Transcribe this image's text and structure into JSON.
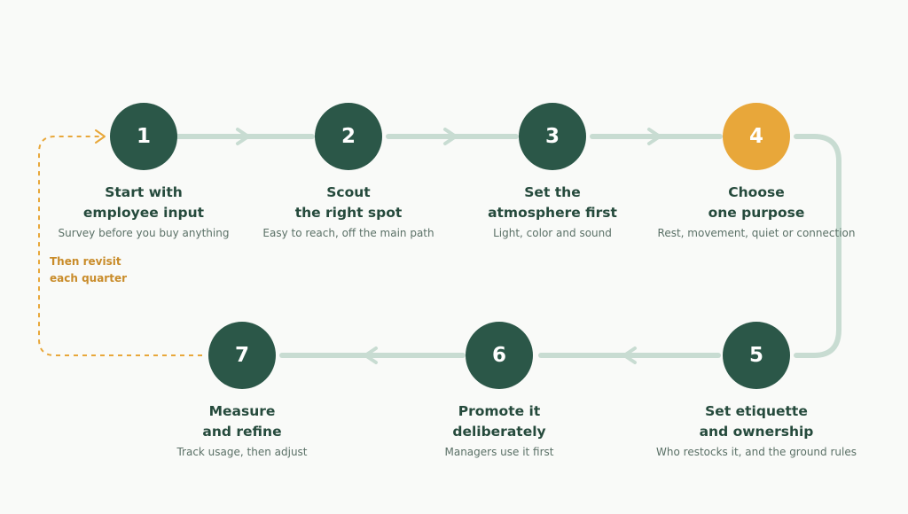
{
  "colors": {
    "node": "#2b5748",
    "highlight": "#e8a73a",
    "connector": "#c8dcd2",
    "loop": "#e8a73a",
    "title": "#254a3c",
    "desc": "#5a7066",
    "note": "#c98c2a"
  },
  "steps": [
    {
      "number": "1",
      "title_lines": [
        "Start with",
        "employee input"
      ],
      "desc": "Survey before you buy anything",
      "highlight": false
    },
    {
      "number": "2",
      "title_lines": [
        "Scout",
        "the right spot"
      ],
      "desc": "Easy to reach, off the main path",
      "highlight": false
    },
    {
      "number": "3",
      "title_lines": [
        "Set the",
        "atmosphere first"
      ],
      "desc": "Light, color and sound",
      "highlight": false
    },
    {
      "number": "4",
      "title_lines": [
        "Choose",
        "one purpose"
      ],
      "desc": "Rest, movement, quiet or connection",
      "highlight": true
    },
    {
      "number": "5",
      "title_lines": [
        "Set etiquette",
        "and ownership"
      ],
      "desc": "Who restocks it, and the ground rules",
      "highlight": false
    },
    {
      "number": "6",
      "title_lines": [
        "Promote it",
        "deliberately"
      ],
      "desc": "Managers use it first",
      "highlight": false
    },
    {
      "number": "7",
      "title_lines": [
        "Measure",
        "and refine"
      ],
      "desc": "Track usage, then adjust",
      "highlight": false
    }
  ],
  "loop_note": {
    "lines": [
      "Then revisit",
      "each quarter"
    ]
  }
}
